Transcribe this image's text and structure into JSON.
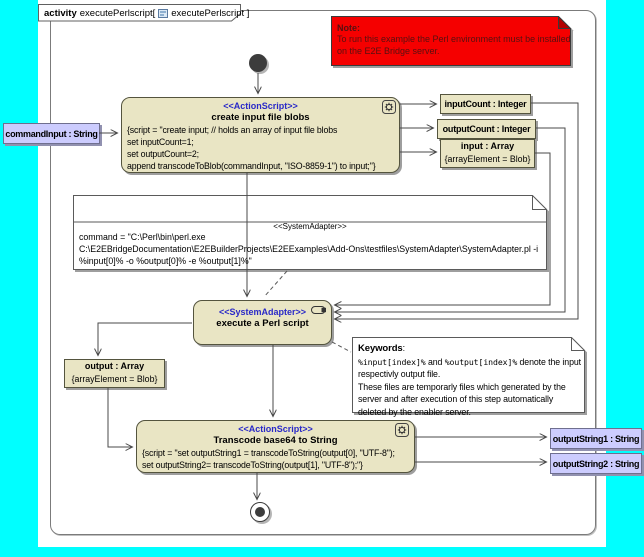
{
  "header": {
    "keyword": "activity",
    "name_part": "executePerlscript[",
    "diagram_ref": "executePerlscript ]"
  },
  "red_note": {
    "title": "Note:",
    "body_line1": "To run this example the Perl environment must be installed",
    "body_line2": "on the E2E Bridge server."
  },
  "create_action": {
    "stereotype": "<<ActionScript>>",
    "title": "create input file blobs",
    "script": [
      "{script = \"create input; // holds an array of input file blobs",
      "set inputCount=1;",
      "set outputCount=2;",
      "append transcodeToBlob(commandInput, \"ISO-8859-1\") to input;\"}"
    ]
  },
  "execute_action": {
    "stereotype": "<<SystemAdapter>>",
    "title": "execute a Perl script"
  },
  "transcode_action": {
    "stereotype": "<<ActionScript>>",
    "title": "Transcode base64 to String",
    "script": [
      "{script = \"set outputString1 = transcodeToString(output[0], \"UTF-8\");",
      "set outputString2= transcodeToString(output[1], \"UTF-8\");\"}"
    ]
  },
  "adapter_note": {
    "stereotype": "<<SystemAdapter>>",
    "lines": [
      "command = \"C:\\Perl\\bin\\perl.exe",
      "C:\\E2EBridgeDocumentation\\E2EBuilderProjects\\E2EExamples\\Add-Ons\\testfiles\\SystemAdapter\\SystemAdapter.pl -i",
      "%input[0]% -o %output[0]% -e %output[1]%\""
    ]
  },
  "keywords_note": {
    "title": "Keywords",
    "colon": ":",
    "mono1": "%input[index]%",
    "mid": " and ",
    "mono2": "%output[index]%",
    "tail": " denote the input",
    "line2": "respectivly output file.",
    "line3": "These files are temporarly files which generated by the",
    "line4": "server and after execution of this step automatically",
    "line5": "deleted by the enabler server."
  },
  "pins": {
    "command_input": "commandInput : String",
    "input_count": "inputCount : Integer",
    "output_count": "outputCount : Integer",
    "input_array_name": "input : Array",
    "input_array_constraint": "{arrayElement = Blob}",
    "output_array_name": "output : Array",
    "output_array_constraint": "{arrayElement = Blob}",
    "output_string1": "outputString1 : String",
    "output_string2": "outputString2 : String"
  },
  "colors": {
    "canvas_background": "#00ffff",
    "node_fill": "#e9e5c4",
    "parameter_fill": "#ccccfe",
    "red_note_fill": "#f50000",
    "stereotype_text": "#2929c8",
    "red_note_text": "#571111"
  }
}
